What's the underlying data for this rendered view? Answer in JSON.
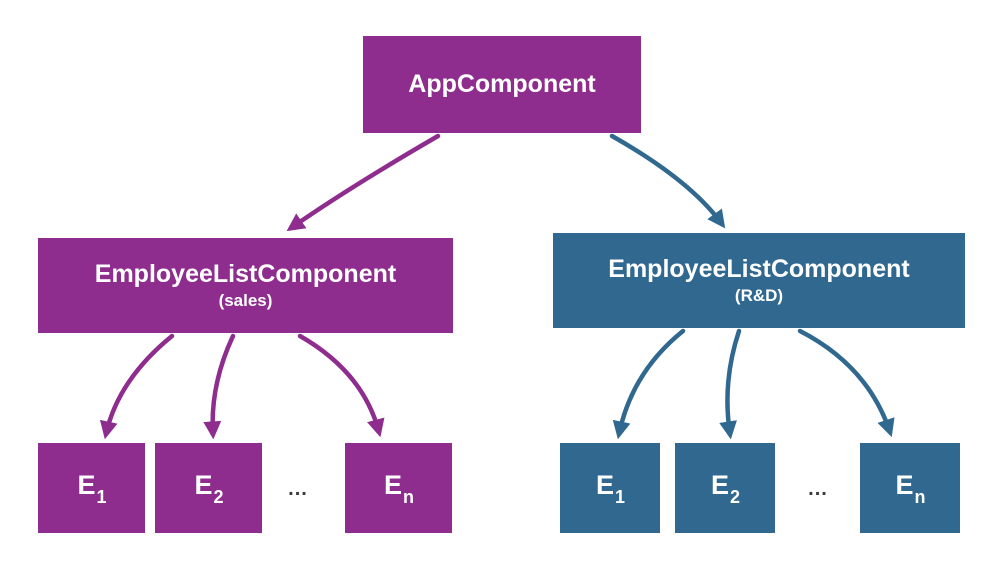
{
  "colors": {
    "purple": "#8f2d8f",
    "blue": "#30688f",
    "background": "#ffffff"
  },
  "root": {
    "label": "AppComponent"
  },
  "left_tree": {
    "parent": {
      "title": "EmployeeListComponent",
      "subtitle": "(sales)"
    },
    "employees": [
      {
        "base": "E",
        "sub": "1"
      },
      {
        "base": "E",
        "sub": "2"
      },
      {
        "base": "E",
        "sub": "n"
      }
    ],
    "ellipsis": "..."
  },
  "right_tree": {
    "parent": {
      "title": "EmployeeListComponent",
      "subtitle": "(R&D)"
    },
    "employees": [
      {
        "base": "E",
        "sub": "1"
      },
      {
        "base": "E",
        "sub": "2"
      },
      {
        "base": "E",
        "sub": "n"
      }
    ],
    "ellipsis": "..."
  }
}
